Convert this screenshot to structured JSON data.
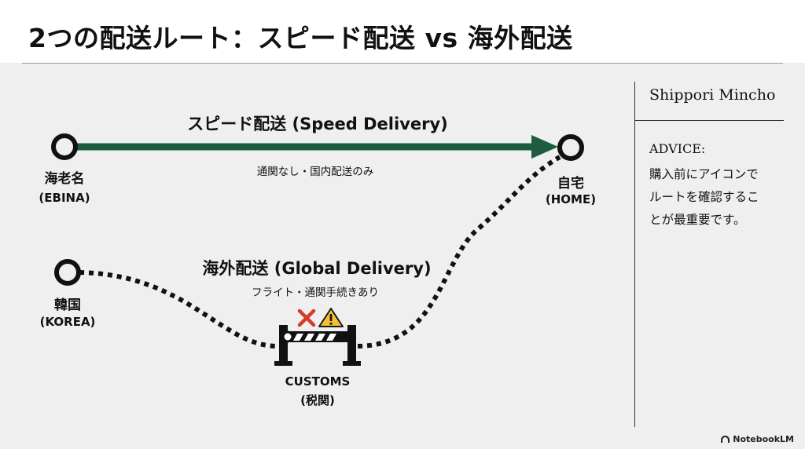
{
  "title": "2つの配送ルート：スピード配送 vs 海外配送",
  "side_panel": {
    "font_name": "Shippori Mincho",
    "advice_heading": "ADVICE:",
    "advice_lines": [
      "購入前にアイコンで",
      "ルートを確認するこ",
      "とが最重要です。"
    ]
  },
  "nodes": {
    "ebina": {
      "name": "海老名",
      "sub": "(EBINA)"
    },
    "home": {
      "name": "自宅",
      "sub": "(HOME)"
    },
    "korea": {
      "name": "韓国",
      "sub": "(KOREA)"
    }
  },
  "routes": {
    "speed": {
      "title": "スピード配送 (Speed Delivery)",
      "sub": "通関なし・国内配送のみ",
      "color": "#1d5c3e"
    },
    "global": {
      "title": "海外配送 (Global Delivery)",
      "sub": "フライト・通関手続きあり"
    }
  },
  "customs": {
    "name": "CUSTOMS",
    "sub": "(税関)",
    "cross_color": "#d33a2c",
    "warning_color": "#f2c12e"
  },
  "credit": "NotebookLM"
}
